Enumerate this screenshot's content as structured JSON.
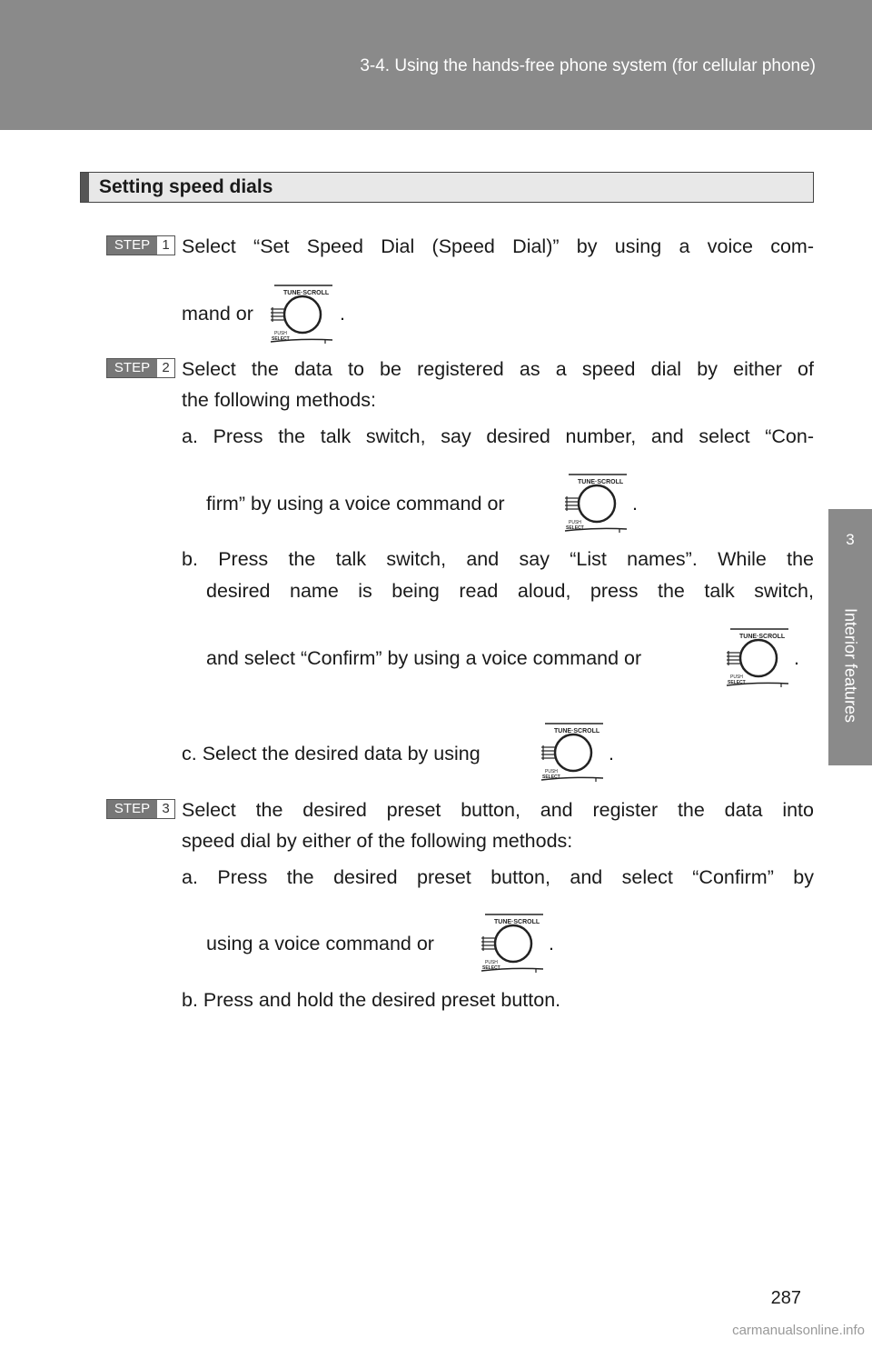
{
  "header": {
    "title": "3-4. Using the hands-free phone system (for cellular phone)"
  },
  "side_tab": {
    "chapter": "3",
    "label": "Interior features"
  },
  "section": {
    "heading": "Setting speed dials"
  },
  "knob_icon": {
    "name": "tune-scroll-knob-icon",
    "top_label": "TUNE·SCROLL",
    "bottom_label_1": "PUSH",
    "bottom_label_2": "SELECT"
  },
  "steps": [
    {
      "word": "STEP",
      "num": "1",
      "line1": "Select “Set Speed Dial (Speed Dial)” by using a voice com-",
      "line2": "mand or",
      "line2_end": "."
    },
    {
      "word": "STEP",
      "num": "2",
      "line1": "Select the data to be registered as a speed dial by either of",
      "line2": "the following methods:",
      "a1": "a. Press the talk switch, say desired number, and select “Con-",
      "a2": "firm” by using a voice command or",
      "a2_end": ".",
      "b1": "b. Press the talk switch, and say “List names”. While the",
      "b2": "desired name is being read aloud, press the talk switch,",
      "b3": "and select “Confirm” by using a voice command or",
      "b3_end": ".",
      "c1": "c. Select the desired data by using",
      "c1_end": "."
    },
    {
      "word": "STEP",
      "num": "3",
      "line1": "Select the desired preset button, and register the data into",
      "line2": "speed dial by either of the following methods:",
      "a1": "a. Press the desired preset button, and select “Confirm” by",
      "a2": "using a voice command or",
      "a2_end": ".",
      "b1": "b. Press and hold the desired preset button."
    }
  ],
  "page_number": "287",
  "watermark": "carmanualsonline.info"
}
